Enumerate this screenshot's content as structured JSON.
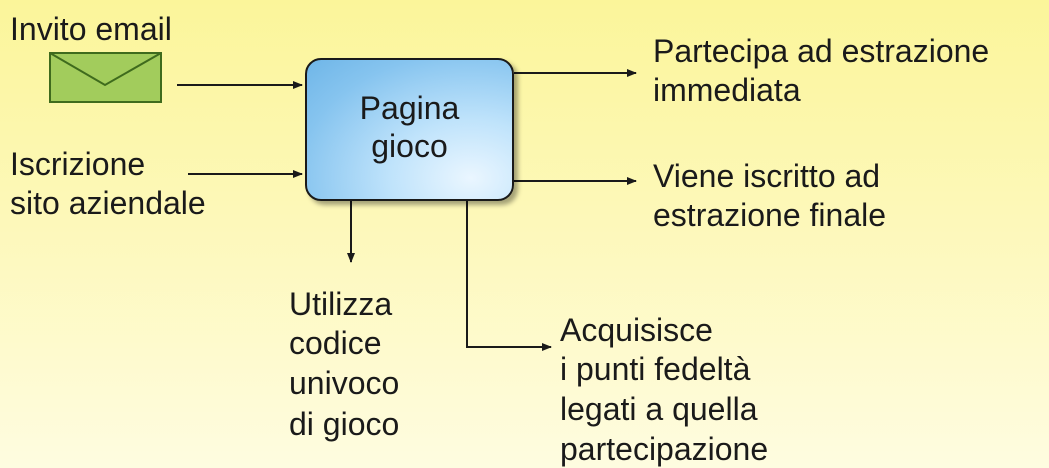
{
  "diagram": {
    "center_box": {
      "lines": [
        "Pagina",
        "gioco"
      ]
    },
    "inputs": {
      "email": {
        "text": "Invito email",
        "icon": "envelope-icon"
      },
      "signup": {
        "lines": [
          "Iscrizione",
          "sito aziendale"
        ]
      }
    },
    "outputs": {
      "instant_draw": {
        "lines": [
          "Partecipa ad estrazione",
          "immediata"
        ]
      },
      "final_draw": {
        "lines": [
          "Viene iscritto ad",
          "estrazione finale"
        ]
      },
      "unique_code": {
        "lines": [
          "Utilizza",
          "codice",
          "univoco",
          "di gioco"
        ]
      },
      "loyalty_points": {
        "lines": [
          "Acquisisce",
          "i punti fedeltà",
          "legati a quella",
          "partecipazione"
        ]
      }
    },
    "colors": {
      "background_top": "#fbf59a",
      "background_bottom": "#fefce0",
      "box_fill": "#86c4ef",
      "envelope_fill": "#a2cc5c",
      "line": "#1a1a1a"
    }
  }
}
